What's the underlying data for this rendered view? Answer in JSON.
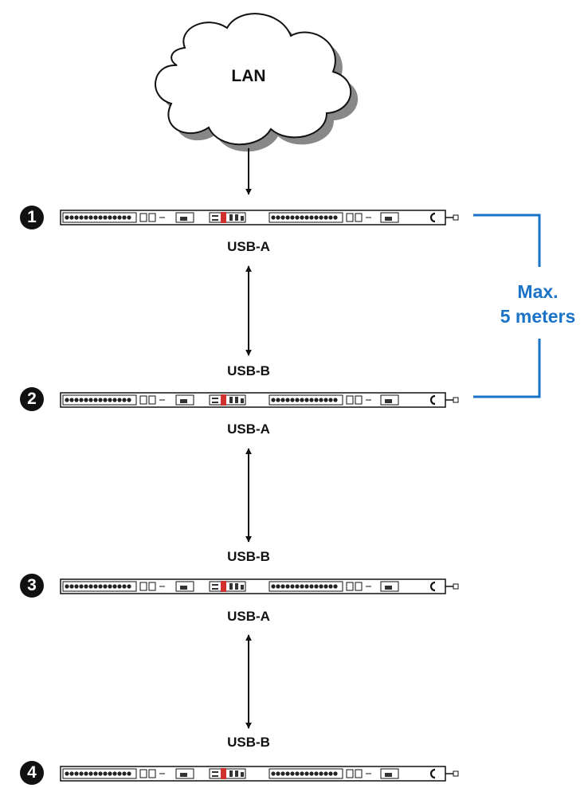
{
  "network": {
    "label": "LAN"
  },
  "units": [
    {
      "number": "1",
      "bottom_port": "USB-A"
    },
    {
      "top_port": "USB-B",
      "number": "2",
      "bottom_port": "USB-A"
    },
    {
      "top_port": "USB-B",
      "number": "3",
      "bottom_port": "USB-A"
    },
    {
      "top_port": "USB-B",
      "number": "4"
    }
  ],
  "distance": {
    "line1": "Max.",
    "line2": "5 meters"
  },
  "colors": {
    "accent": "#1a73c7",
    "outlet_highlight": "#d0312d",
    "ink": "#111111"
  }
}
